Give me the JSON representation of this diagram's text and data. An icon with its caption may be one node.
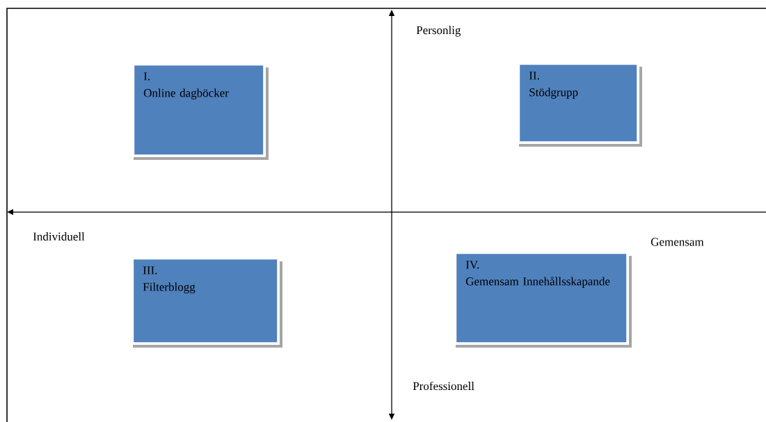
{
  "diagram": {
    "nodes": [
      {
        "text": [
          "I.",
          "Online dagböcker"
        ]
      },
      {
        "text": [
          "II.",
          "Stödgrupp"
        ]
      },
      {
        "text": [
          "III.",
          "Filterblogg"
        ]
      },
      {
        "text": [
          "IV.",
          "Gemensam Innehållsskapande"
        ]
      }
    ],
    "labels": [
      "Personlig",
      "Individuell",
      "Gemensam",
      "Professionell"
    ]
  }
}
